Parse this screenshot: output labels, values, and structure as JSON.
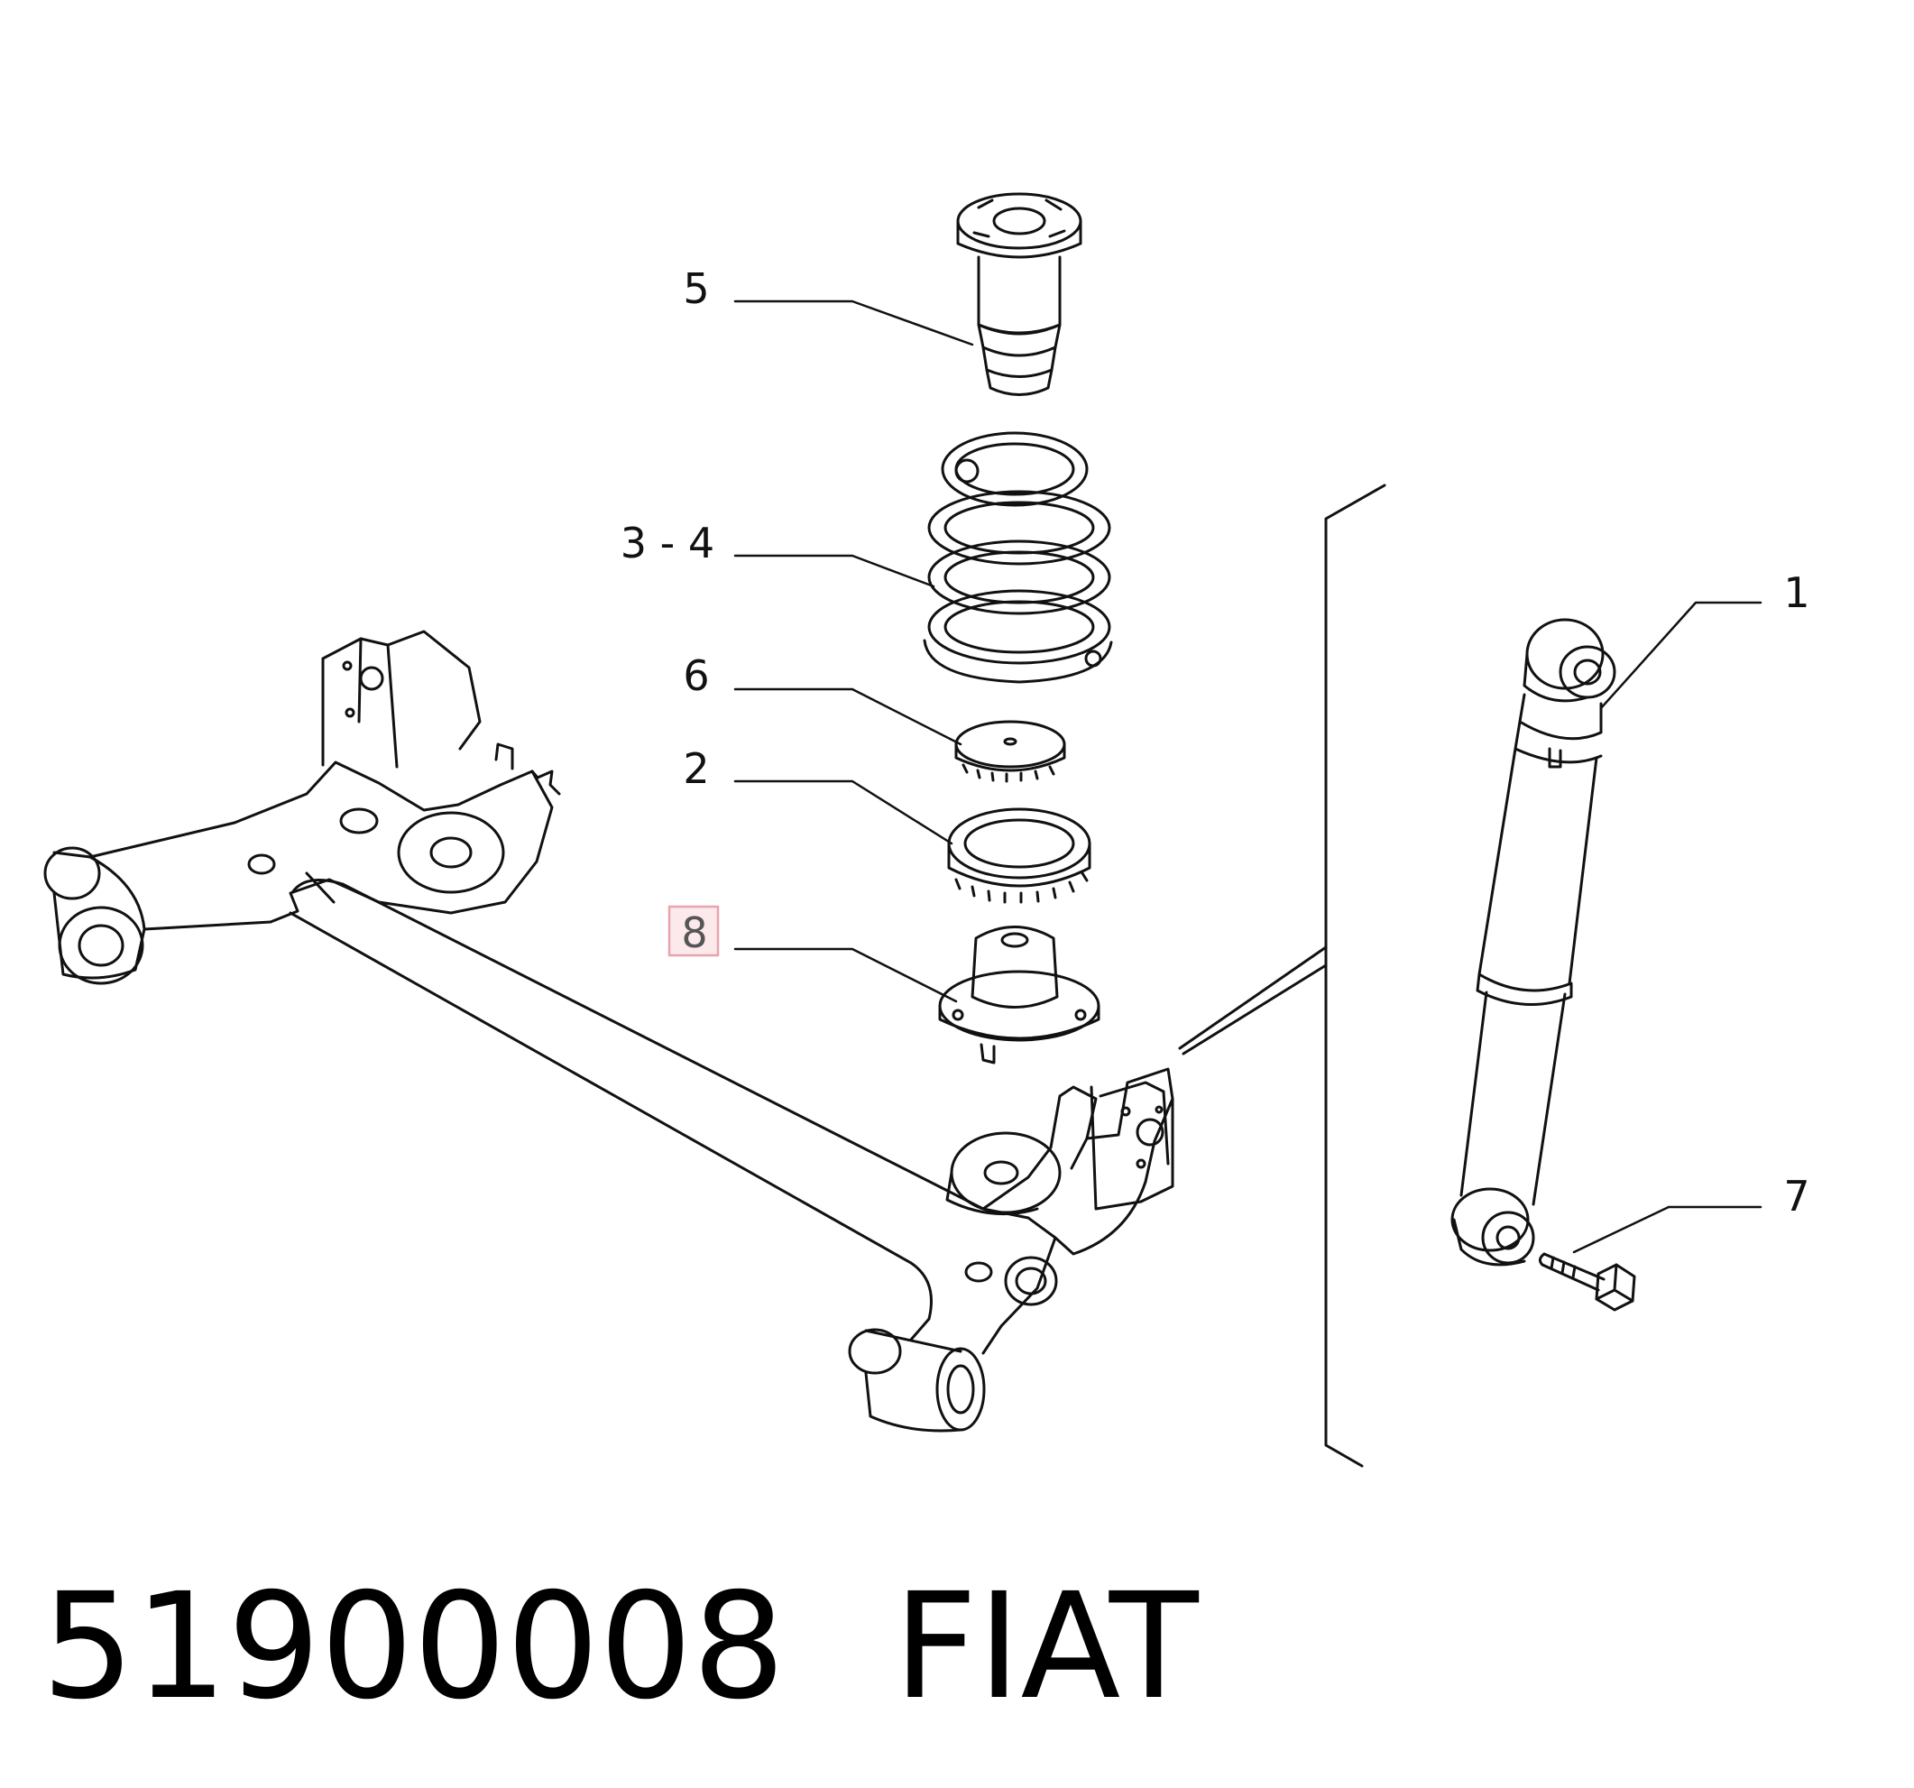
{
  "callouts": {
    "c1": "1",
    "c2": "2",
    "c34": "3 - 4",
    "c5": "5",
    "c6": "6",
    "c7": "7",
    "c8": "8"
  },
  "highlighted_callout": "8",
  "colors": {
    "line": "#111111",
    "highlight_border": "#e6a4ad",
    "highlight_fill": "#fbe9ec"
  },
  "caption": {
    "part_number": "51900008",
    "brand": "FIAT"
  }
}
